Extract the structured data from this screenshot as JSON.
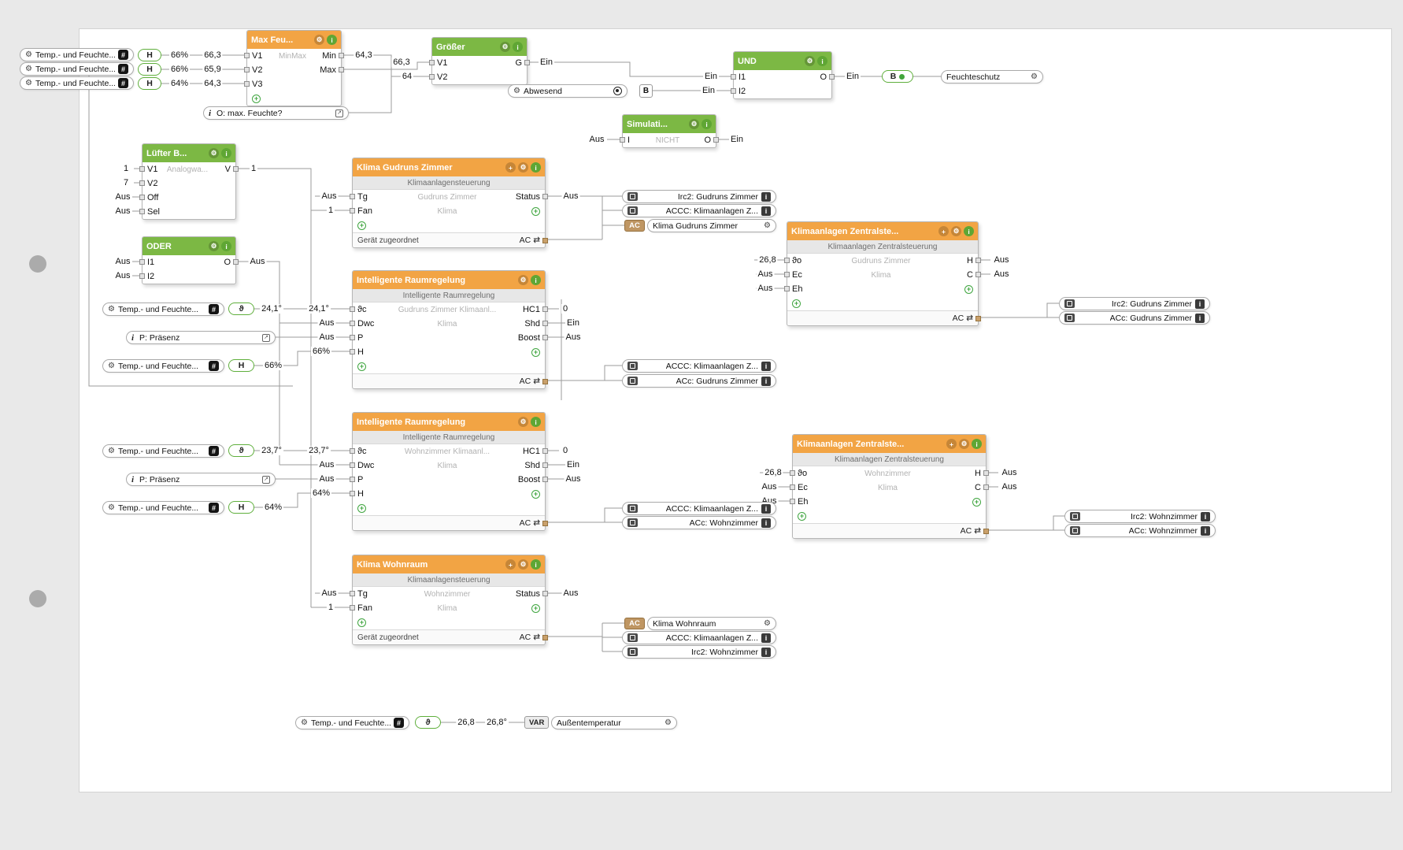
{
  "icons": {
    "gear": "⚙",
    "info": "i",
    "plus": "+",
    "open": "↗",
    "swap": "⇄",
    "hash": "#"
  },
  "top_sensors": {
    "s1": {
      "label": "Temp.- und Feuchte...",
      "badge": "H",
      "out": "66%",
      "val": "66,3"
    },
    "s2": {
      "label": "Temp.- und Feuchte...",
      "badge": "H",
      "out": "66%",
      "val": "65,9"
    },
    "s3": {
      "label": "Temp.- und Feuchte...",
      "badge": "H",
      "out": "64%",
      "val": "64,3"
    }
  },
  "max": {
    "title": "Max Feu...",
    "r1": "V1",
    "r1c": "MinMax",
    "r1r": "Min",
    "r2": "V2",
    "r2r": "Max",
    "r3": "V3",
    "out_min": "64,3",
    "comment": "O: max. Feuchte?"
  },
  "groesser": {
    "title": "Größer",
    "r1": "V1",
    "r1r": "G",
    "r2": "V2",
    "in1": "66,3",
    "in2": "64",
    "out": "Ein"
  },
  "und": {
    "title": "UND",
    "r1": "I1",
    "r1r": "O",
    "r2": "I2",
    "in1": "Ein",
    "in2": "Ein",
    "out": "Ein"
  },
  "feuchteschutz": {
    "badge": "B",
    "label": "Feuchteschutz"
  },
  "abwesend": {
    "label": "Abwesend",
    "badge": "B"
  },
  "simulation": {
    "title": "Simulati...",
    "r1": "I",
    "r1c": "NICHT",
    "r1r": "O",
    "in": "Aus",
    "out": "Ein"
  },
  "luefter": {
    "title": "Lüfter B...",
    "r1": "V1",
    "r1c": "Analogwa...",
    "r1r": "V",
    "r2": "V2",
    "r3": "Off",
    "r4": "Sel",
    "in1": "1",
    "in2": "7",
    "in3": "Aus",
    "in4": "Aus",
    "out": "1"
  },
  "oder": {
    "title": "ODER",
    "r1": "I1",
    "r1r": "O",
    "r2": "I2",
    "in1": "Aus",
    "in2": "Aus",
    "out": "Aus"
  },
  "klima1": {
    "title": "Klima Gudruns Zimmer",
    "sub": "Klimaanlagensteuerung",
    "r1": "Tg",
    "r1c": "Gudruns Zimmer",
    "r1r": "Status",
    "r2": "Fan",
    "r2c": "Klima",
    "foot": "Gerät zugeordnet",
    "ac": "AC",
    "in1": "Aus",
    "in2": "1",
    "out1": "Aus",
    "p1": "Irc2: Gudruns Zimmer",
    "p2": "ACCC: Klimaanlagen Z...",
    "p3": "Klima Gudruns Zimmer"
  },
  "irr1": {
    "title": "Intelligente Raumregelung",
    "sub": "Intelligente Raumregelung",
    "r1": "ϑc",
    "r1c": "Gudruns Zimmer Klimaanl...",
    "r1r": "HC1",
    "r2": "Dwc",
    "r2c": "Klima",
    "r2r": "Shd",
    "r3": "P",
    "r3r": "Boost",
    "r4": "H",
    "ac": "AC",
    "sensor_t": "Temp.- und Feuchte...",
    "badge_t": "ϑ",
    "sensor_p": "P: Präsenz",
    "sensor_h": "Temp.- und Feuchte...",
    "badge_h": "H",
    "in1": "24,1°",
    "in1b": "24,1°",
    "in2": "Aus",
    "in3": "Aus",
    "in4": "66%",
    "in4b": "66%",
    "out1": "0",
    "out2": "Ein",
    "out3": "Aus",
    "p1": "ACCC: Klimaanlagen Z...",
    "p2": "ACc: Gudruns Zimmer"
  },
  "kz1": {
    "title": "Klimaanlagen Zentralste...",
    "sub": "Klimaanlagen Zentralsteuerung",
    "r1": "ϑo",
    "r1c": "Gudruns Zimmer",
    "r1r": "H",
    "r2": "Ec",
    "r2c": "Klima",
    "r2r": "C",
    "r3": "Eh",
    "ac": "AC",
    "in1": "26,8",
    "in2": "Aus",
    "in3": "Aus",
    "out1": "Aus",
    "out2": "Aus",
    "p1": "Irc2: Gudruns Zimmer",
    "p2": "ACc: Gudruns Zimmer"
  },
  "irr2": {
    "title": "Intelligente Raumregelung",
    "sub": "Intelligente Raumregelung",
    "r1": "ϑc",
    "r1c": "Wohnzimmer Klimaanl...",
    "r1r": "HC1",
    "r2": "Dwc",
    "r2c": "Klima",
    "r2r": "Shd",
    "r3": "P",
    "r3r": "Boost",
    "r4": "H",
    "ac": "AC",
    "sensor_t": "Temp.- und Feuchte...",
    "badge_t": "ϑ",
    "sensor_p": "P: Präsenz",
    "sensor_h": "Temp.- und Feuchte...",
    "badge_h": "H",
    "in1": "23,7°",
    "in1b": "23,7°",
    "in2": "Aus",
    "in3": "Aus",
    "in4": "64%",
    "in4b": "64%",
    "out1": "0",
    "out2": "Ein",
    "out3": "Aus",
    "p1": "ACCC: Klimaanlagen Z...",
    "p2": "ACc: Wohnzimmer"
  },
  "kz2": {
    "title": "Klimaanlagen Zentralste...",
    "sub": "Klimaanlagen Zentralsteuerung",
    "r1": "ϑo",
    "r1c": "Wohnzimmer",
    "r1r": "H",
    "r2": "Ec",
    "r2c": "Klima",
    "r2r": "C",
    "r3": "Eh",
    "ac": "AC",
    "in1": "26,8",
    "in2": "Aus",
    "in3": "Aus",
    "out1": "Aus",
    "out2": "Aus",
    "p1": "Irc2: Wohnzimmer",
    "p2": "ACc: Wohnzimmer"
  },
  "klima2": {
    "title": "Klima Wohnraum",
    "sub": "Klimaanlagensteuerung",
    "r1": "Tg",
    "r1c": "Wohnzimmer",
    "r1r": "Status",
    "r2": "Fan",
    "r2c": "Klima",
    "foot": "Gerät zugeordnet",
    "ac": "AC",
    "in1": "Aus",
    "in2": "1",
    "out1": "Aus",
    "p1": "Klima Wohnraum",
    "p2": "ACCC: Klimaanlagen Z...",
    "p3": "Irc2: Wohnzimmer"
  },
  "outdoor": {
    "label": "Temp.- und Feuchte...",
    "badge": "ϑ",
    "v1": "26,8",
    "v2": "26,8°",
    "var_badge": "VAR",
    "target": "Außentemperatur"
  }
}
